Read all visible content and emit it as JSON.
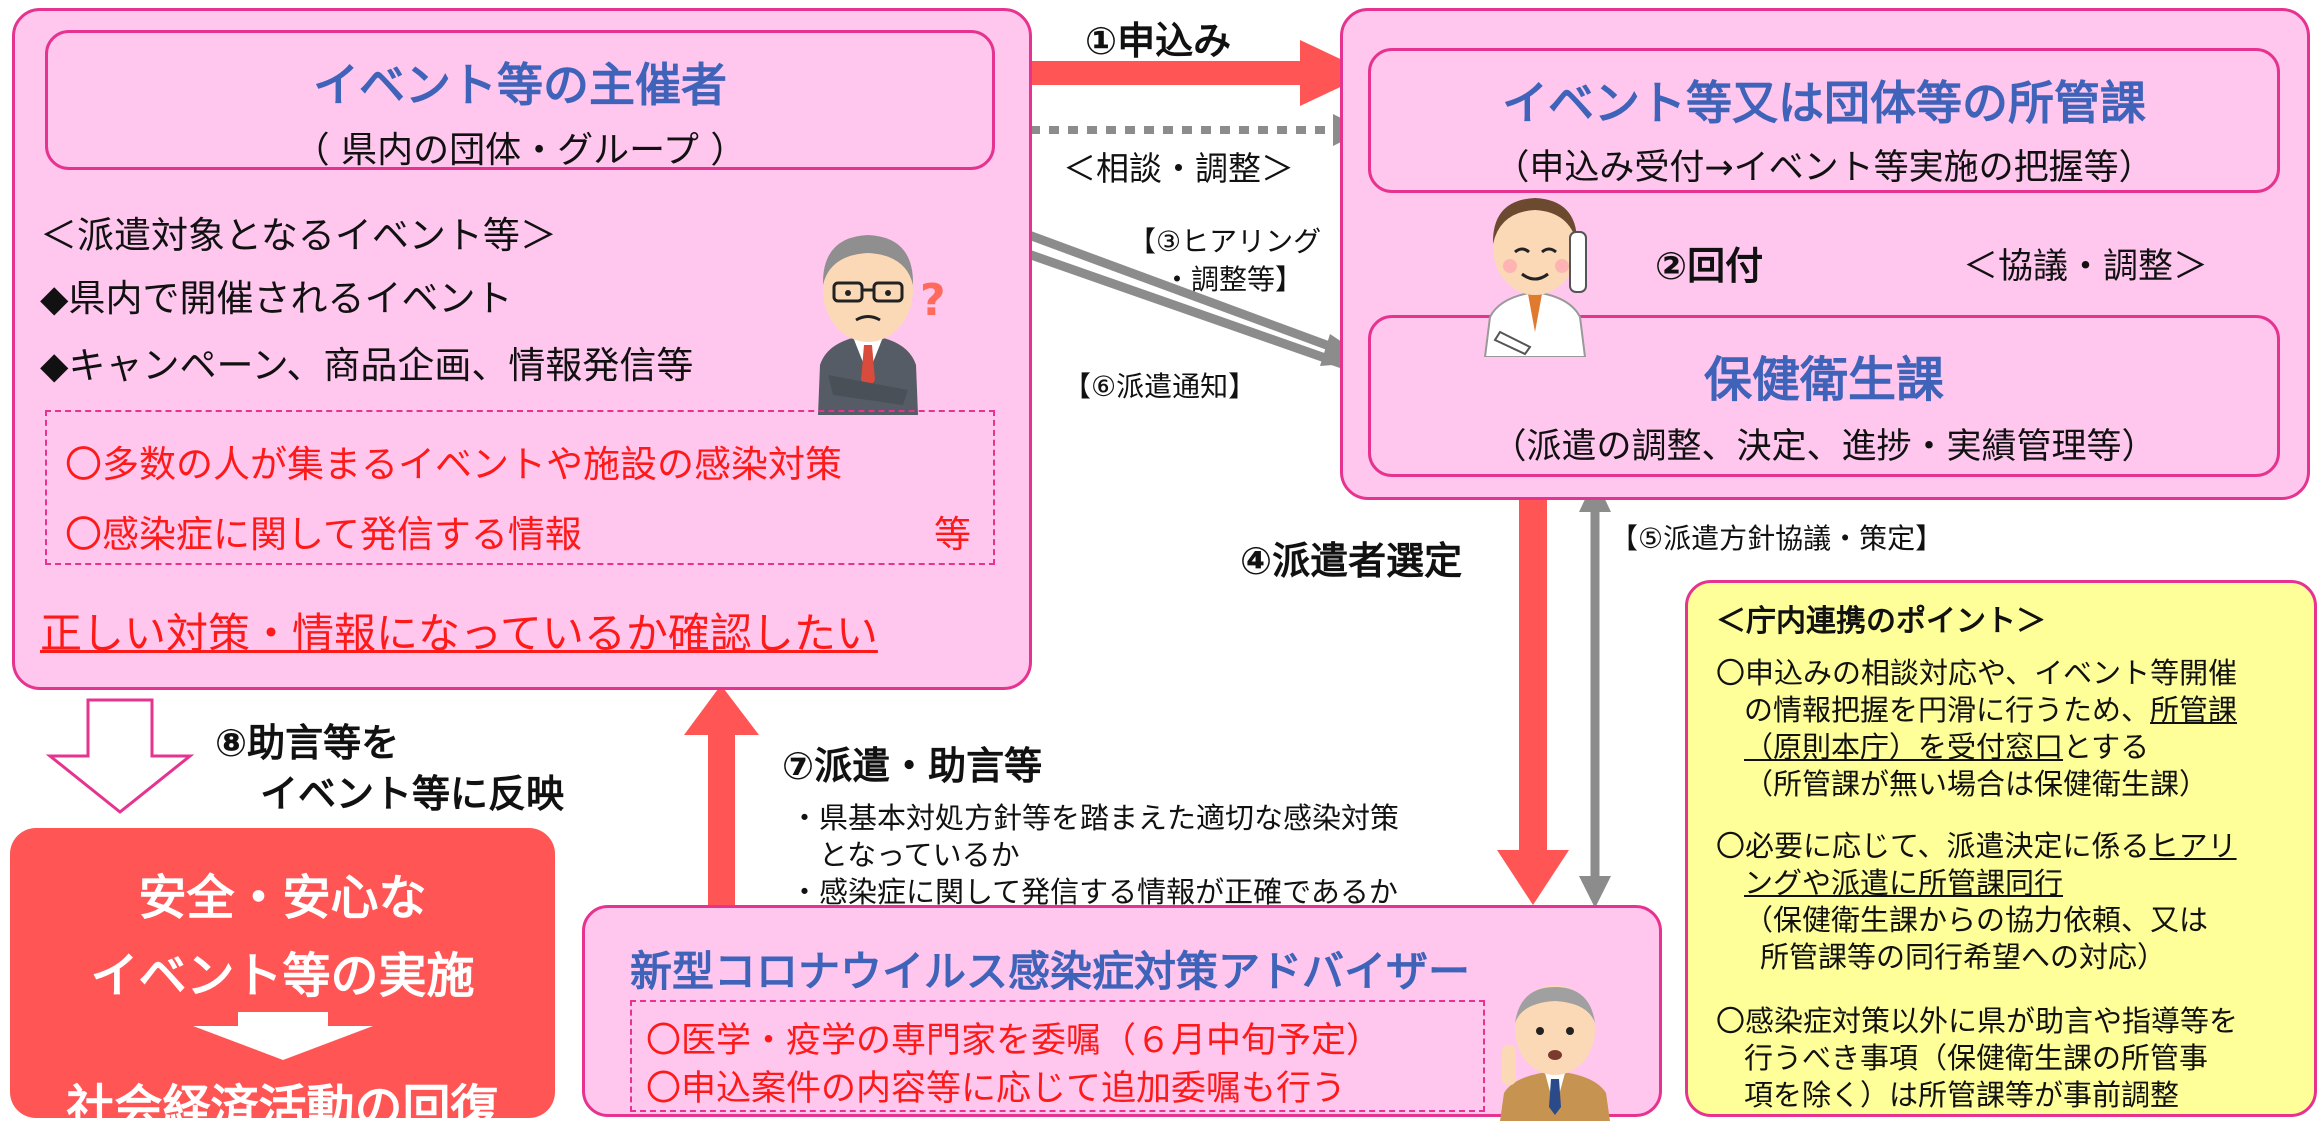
{
  "organizer": {
    "title": "イベント等の主催者",
    "subtitle": "（ 県内の団体・グループ ）",
    "heading": "＜派遣対象となるイベント等＞",
    "items": [
      "◆県内で開催されるイベント",
      "◆キャンペーン、商品企画、情報発信等"
    ],
    "targets": [
      "〇多数の人が集まるイベントや施設の感染対策",
      "〇感染症に関して発信する情報"
    ],
    "targets_suffix": "等",
    "wish": "正しい対策・情報になっているか確認したい"
  },
  "dept": {
    "title": "イベント等又は団体等の所管課",
    "subtitle": "（申込み受付→イベント等実施の把握等）"
  },
  "health": {
    "title": "保健衛生課",
    "subtitle": "（派遣の調整、決定、進捗・実績管理等）"
  },
  "advisor": {
    "title": "新型コロナウイルス感染症対策アドバイザー",
    "items": [
      "〇医学・疫学の専門家を委嘱（６月中旬予定）",
      "〇申込案件の内容等に応じて追加委嘱も行う"
    ]
  },
  "result": {
    "line1": "安全・安心な",
    "line2": "イベント等の実施",
    "line3": "社会経済活動の回復"
  },
  "arrows": {
    "a1": "①申込み",
    "consult": "＜相談・調整＞",
    "a3_line1": "【③ヒアリング",
    "a3_line2": "・調整等】",
    "a6": "【⑥派遣通知】",
    "a2": "②回付",
    "discuss": "＜協議・調整＞",
    "a4": "④派遣者選定",
    "a5": "【⑤派遣方針協議・策定】",
    "a7": "⑦派遣・助言等",
    "a7_items": [
      "・県基本対処方針等を踏まえた適切な感染対策",
      "　となっているか",
      "・感染症に関して発信する情報が正確であるか"
    ],
    "a8_line1": "⑧助言等を",
    "a8_line2": "イベント等に反映"
  },
  "points": {
    "heading": "＜庁内連携のポイント＞",
    "p1_lines": [
      "〇申込みの相談対応や、イベント等開催",
      "の情報把握を円滑に行うため、"
    ],
    "p1_underline1": "所管課",
    "p1_underline2": "（原則本庁）を受付窓口",
    "p1_after": "とする",
    "p1_note": "（所管課が無い場合は保健衛生課）",
    "p2_pre": "〇必要に応じて、派遣決定に係る",
    "p2_u1": "ヒアリ",
    "p2_u2": "ングや派遣に所管課同行",
    "p2_notes": [
      "（保健衛生課からの協力依頼、又は",
      "所管課等の同行希望への対応）"
    ],
    "p3_lines": [
      "〇感染症対策以外に県が助言や指導等を",
      "行うべき事項（保健衛生課の所管事",
      "項を除く）は所管課等が事前調整"
    ]
  },
  "colors": {
    "pink_fill": "#ffc6ee",
    "pink_border": "#e6338f",
    "red_arrow": "#ff5555",
    "gray_arrow": "#8c8c8c",
    "title_blue": "#3f63b8",
    "result_fill": "#ff5555",
    "points_fill": "#ffff99"
  }
}
